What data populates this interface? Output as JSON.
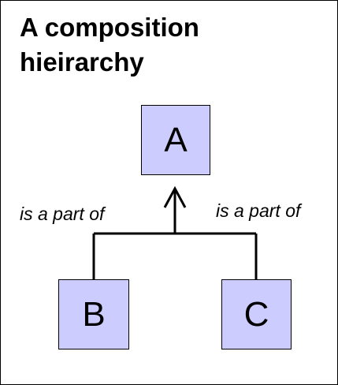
{
  "title": "A composition hieirarchy",
  "nodes": {
    "a": "A",
    "b": "B",
    "c": "C"
  },
  "relations": {
    "left": "is a part of",
    "right": "is a part of"
  },
  "colors": {
    "node_fill": "#ccccff",
    "stroke": "#000000",
    "background": "#ffffff"
  }
}
